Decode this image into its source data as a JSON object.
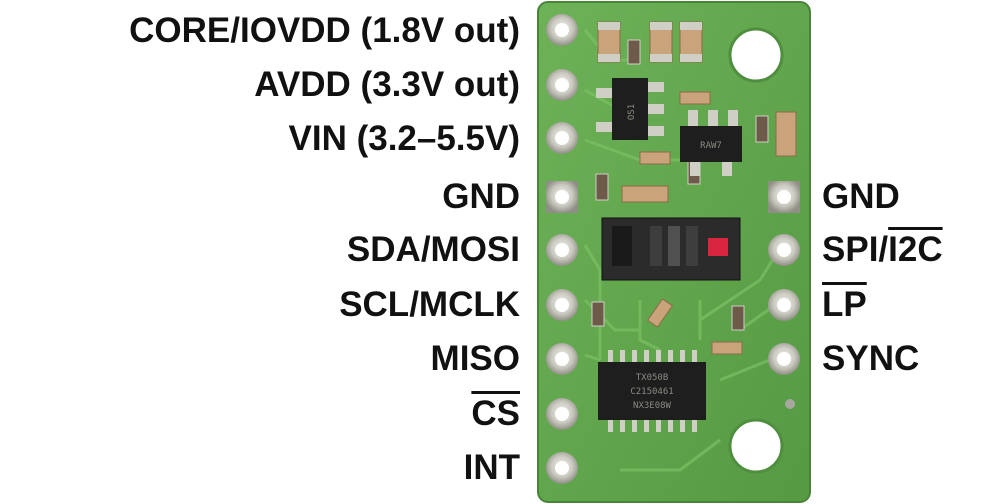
{
  "left_pins": [
    {
      "label": "CORE/IOVDD (1.8V out)"
    },
    {
      "label": "AVDD (3.3V out)"
    },
    {
      "label": "VIN (3.2–5.5V)"
    },
    {
      "label": "GND"
    },
    {
      "label": "SDA/MOSI"
    },
    {
      "label": "SCL/MCLK"
    },
    {
      "label": "MISO"
    },
    {
      "label": "CS",
      "overline": true
    },
    {
      "label": "INT"
    }
  ],
  "right_pins": [
    {
      "label": "GND"
    },
    {
      "label": "SPI/",
      "suffix_overline": "I2C"
    },
    {
      "label": "LP",
      "overline": true
    },
    {
      "label": "SYNC"
    }
  ],
  "ic_marking": [
    "TX050B",
    "C2150461",
    "NX3E08W"
  ],
  "regulator_marking": [
    "OS1",
    "RAW7"
  ],
  "colors": {
    "pcb": "#5fa64b",
    "pcb_edge": "#4f8e3e",
    "pad": "#d8d8d0",
    "sensor": "#2b2b2b",
    "laser": "#d8263f"
  }
}
